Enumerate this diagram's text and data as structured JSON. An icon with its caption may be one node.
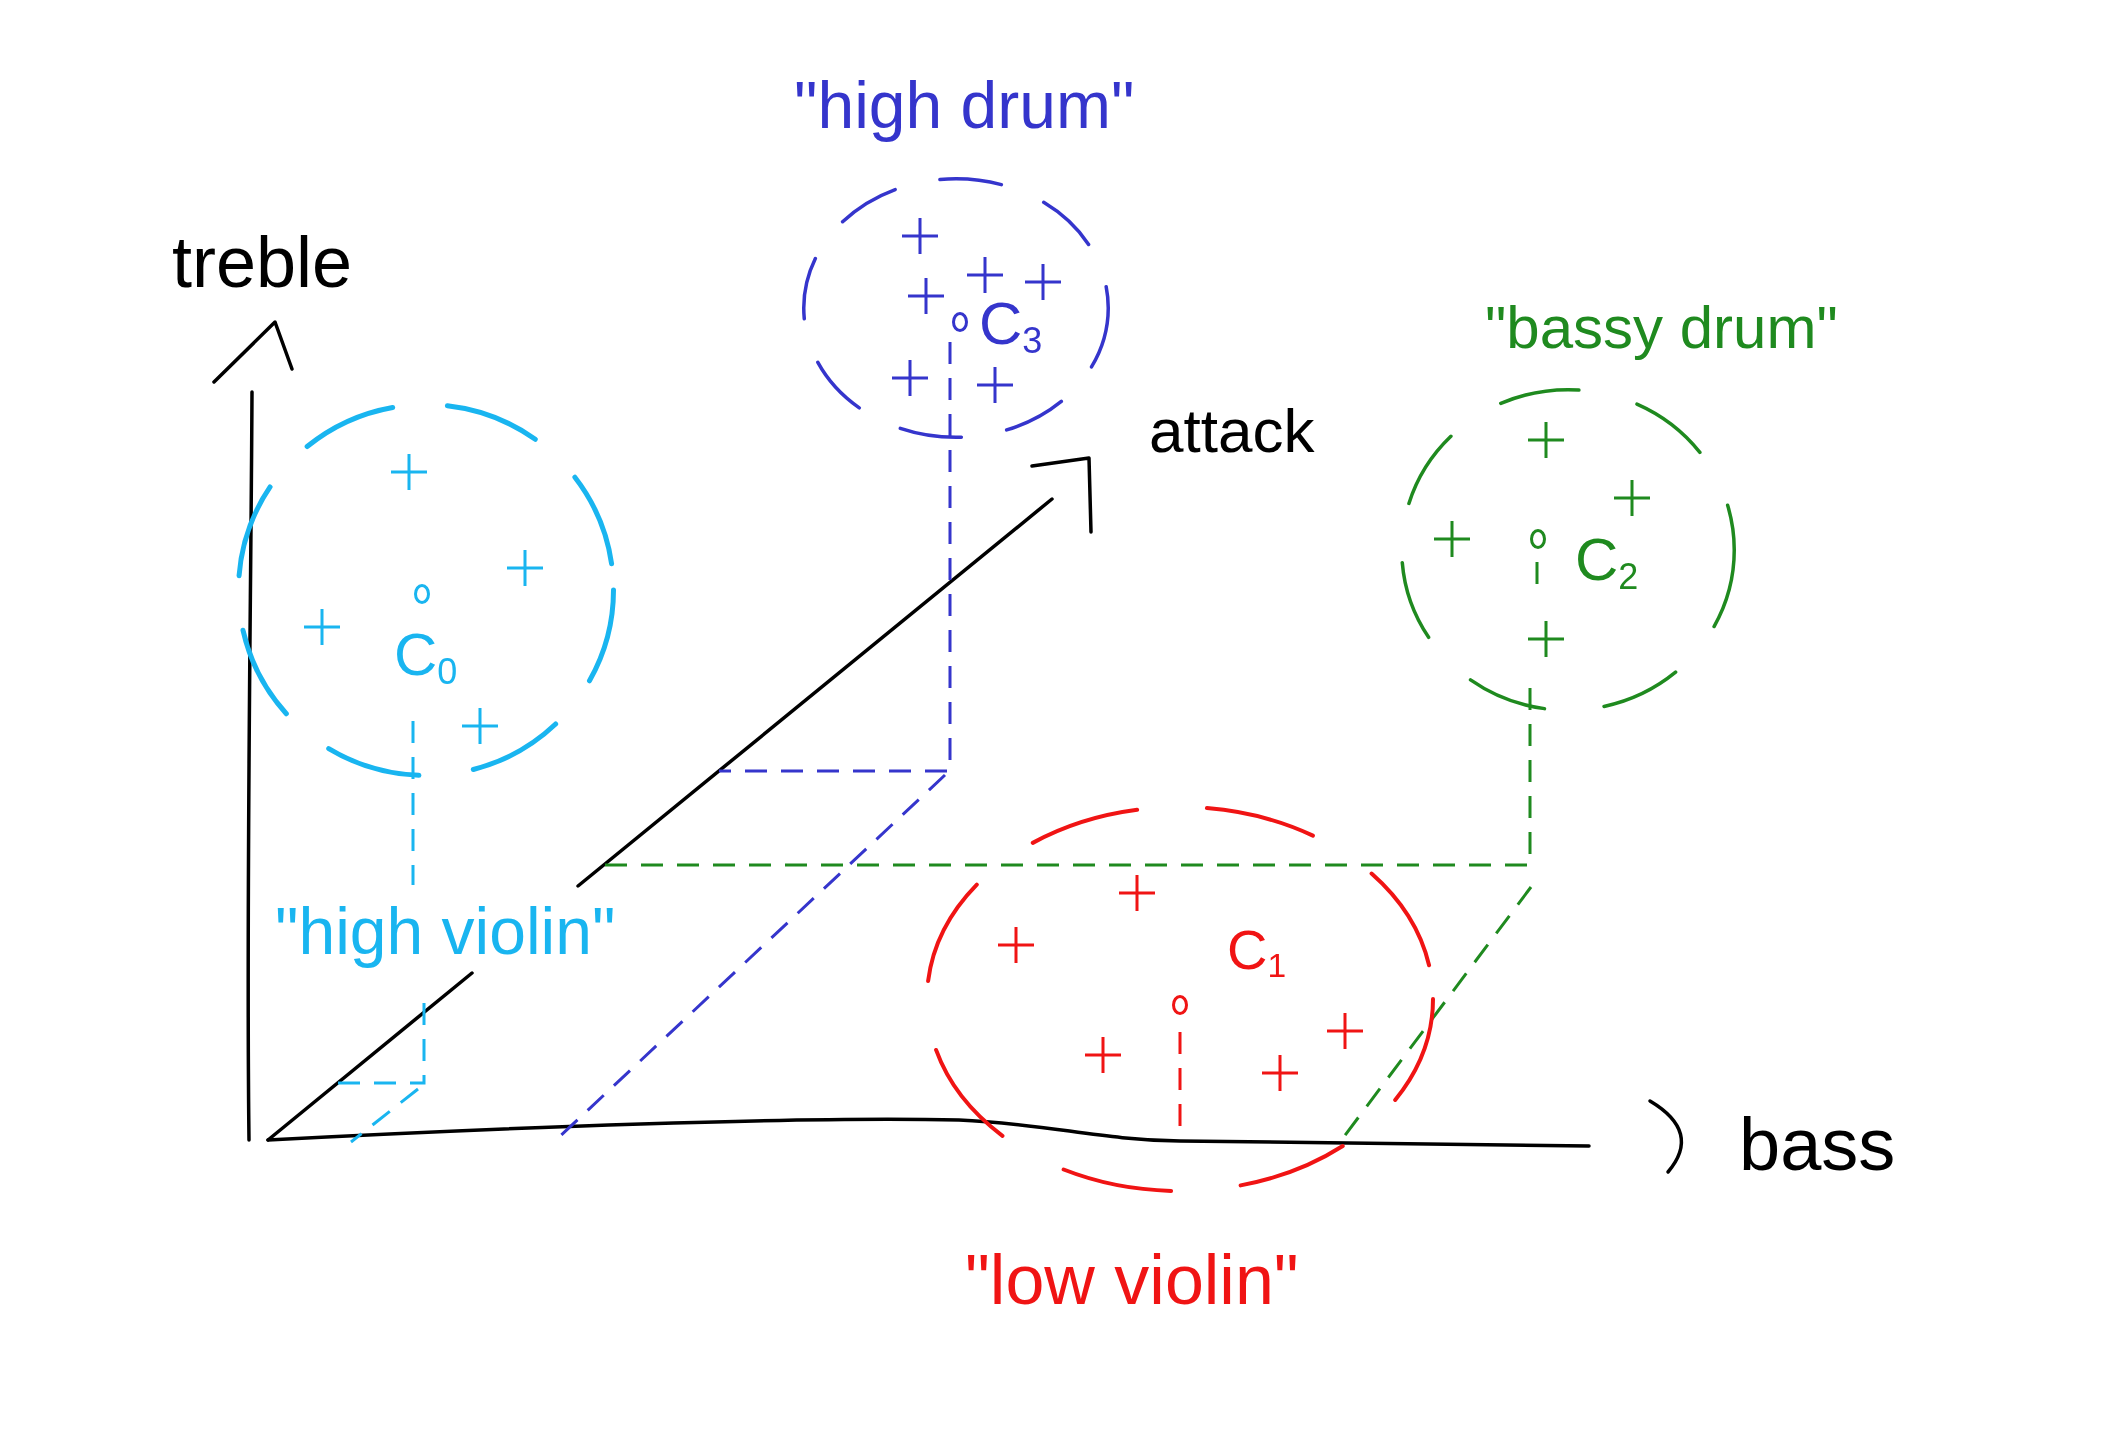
{
  "diagram": {
    "nodes": [
      {
        "text": [
          "C$_{3}$"
        ],
        "beside": [
          "\"high drum\""
        ]
      },
      {
        "text": [
          "C$_{0}$"
        ],
        "beside": [
          "\"high violin\""
        ]
      },
      {
        "text": [
          "C$_{2}$"
        ],
        "beside": [
          "\"bassy drum\""
        ]
      },
      {
        "text": [
          "C$_{1}$"
        ],
        "beside": [
          "\"low violin\""
        ]
      }
    ],
    "labels": [
      "treble",
      "attack",
      "bass"
    ]
  }
}
